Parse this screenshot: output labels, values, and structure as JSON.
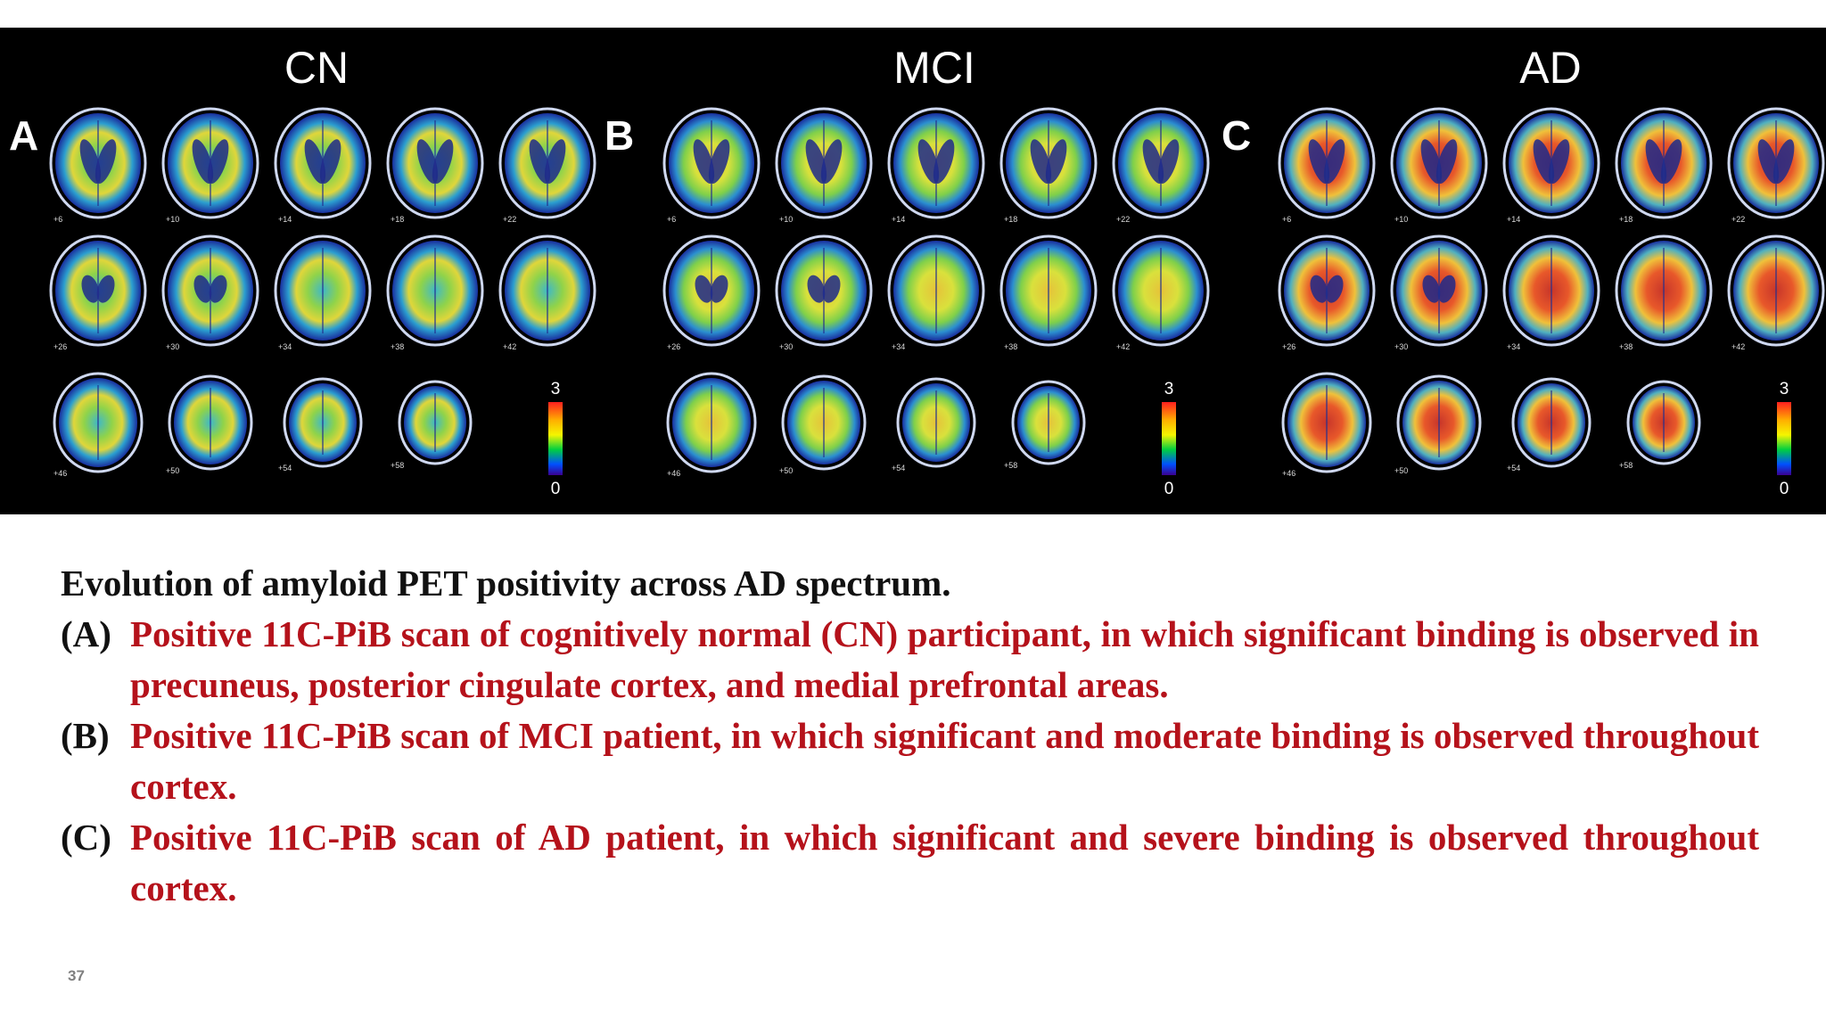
{
  "figure": {
    "groups": [
      {
        "title": "CN",
        "panel": "A",
        "intensity": 0.25
      },
      {
        "title": "MCI",
        "panel": "B",
        "intensity": 0.55
      },
      {
        "title": "AD",
        "panel": "C",
        "intensity": 0.85
      }
    ],
    "slice_labels": [
      "+6",
      "+10",
      "+14",
      "+18",
      "+22",
      "+26",
      "+30",
      "+34",
      "+38",
      "+42",
      "+46",
      "+50",
      "+54",
      "+58"
    ],
    "colorbar": {
      "max": "3",
      "min": "0"
    }
  },
  "caption": {
    "title": "Evolution of amyloid PET positivity across AD spectrum.",
    "items": [
      {
        "label": "(A)",
        "text": "Positive 11C-PiB scan of cognitively normal (CN) participant, in which significant binding is observed in precuneus, posterior cingulate cortex, and medial prefrontal areas."
      },
      {
        "label": "(B)",
        "text": "Positive 11C-PiB scan of MCI patient, in which significant and moderate binding is observed throughout cortex."
      },
      {
        "label": "(C)",
        "text": "Positive 11C-PiB scan of AD patient, in which significant and severe binding is observed throughout cortex."
      }
    ]
  },
  "page_number": "37"
}
